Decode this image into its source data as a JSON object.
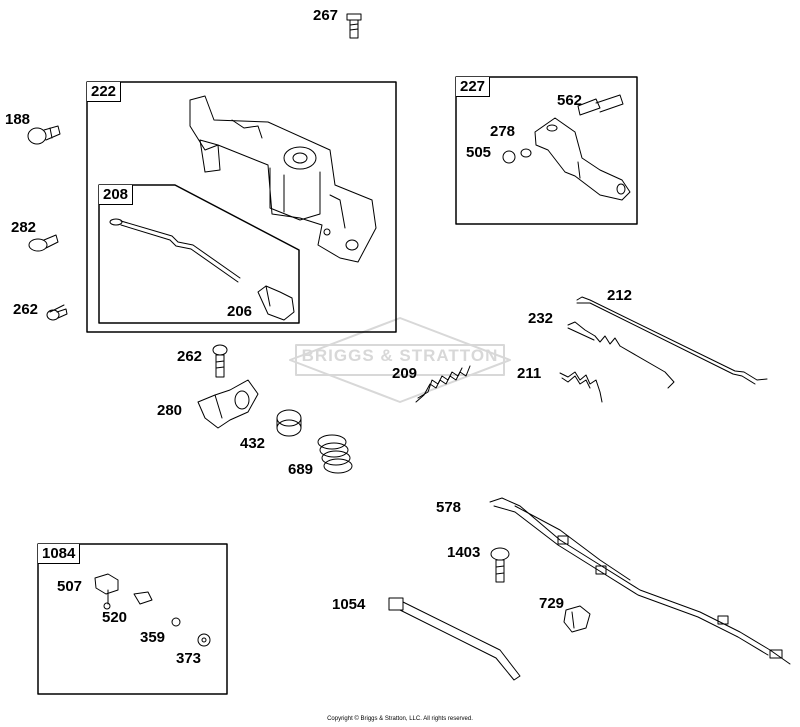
{
  "group_labels": {
    "g222": "222",
    "g208": "208",
    "g227": "227",
    "g1084": "1084"
  },
  "part_labels": {
    "p267": "267",
    "p188": "188",
    "p282": "282",
    "p262a": "262",
    "p206": "206",
    "p562": "562",
    "p278": "278",
    "p505": "505",
    "p212": "212",
    "p232": "232",
    "p211": "211",
    "p209": "209",
    "p262b": "262",
    "p280": "280",
    "p432": "432",
    "p689": "689",
    "p578": "578",
    "p1403": "1403",
    "p729": "729",
    "p1054": "1054",
    "p507": "507",
    "p520": "520",
    "p359": "359",
    "p373": "373"
  },
  "copyright": "Copyright © Briggs & Stratton, LLC. All rights reserved.",
  "watermark_logo": "BRIGGS & STRATTON"
}
